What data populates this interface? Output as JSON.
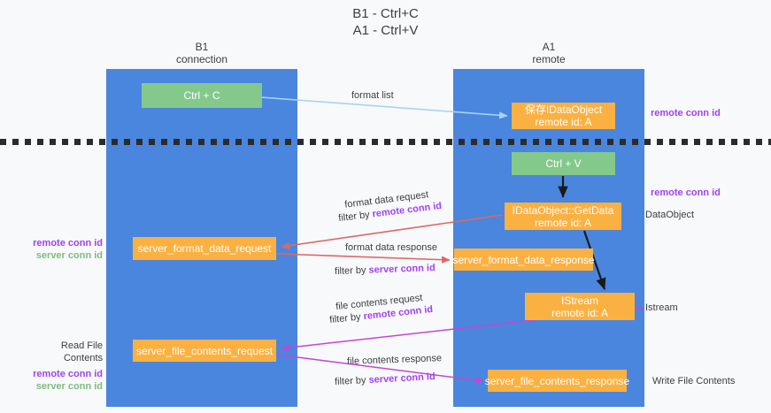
{
  "title": {
    "line1": "B1 - Ctrl+C",
    "line2": "A1 - Ctrl+V"
  },
  "lanes": [
    {
      "id": "b1",
      "name": "B1",
      "role": "connection"
    },
    {
      "id": "a1",
      "name": "A1",
      "role": "remote"
    }
  ],
  "nodes": {
    "ctrl_c": {
      "label": "Ctrl + C",
      "color": "#83c98b"
    },
    "save_dataobject": {
      "line1": "保存IDataObject",
      "line2": "remote id: A",
      "color": "#fbb142"
    },
    "ctrl_v": {
      "label": "Ctrl + V",
      "color": "#83c98b"
    },
    "getdata": {
      "line1": "IDataObject::GetData",
      "line2": "remote id: A",
      "color": "#fbb142"
    },
    "server_format_data_request": {
      "label": "server_format_data_request",
      "color": "#fbb142"
    },
    "server_format_data_response": {
      "label": "server_format_data_response",
      "color": "#fbb142"
    },
    "istream": {
      "line1": "IStream",
      "line2": "remote id: A",
      "color": "#fbb142"
    },
    "server_file_contents_request": {
      "label": "server_file_contents_request",
      "color": "#fbb142"
    },
    "server_file_contents_response": {
      "label": "server_file_contents_response",
      "color": "#fbb142"
    }
  },
  "annotations": {
    "remote_conn_id_top": "remote conn id",
    "remote_conn_id_mid": "remote conn id",
    "dataobject": "DataObject",
    "istream": "Istream",
    "write_file_contents": "Write File Contents",
    "read_file_contents": "Read File Contents",
    "remote_conn_id": "remote conn id",
    "server_conn_id": "server conn id"
  },
  "edges": {
    "format_list": "format list",
    "format_data_request": "format data request",
    "format_data_request_filter_prefix": "filter by ",
    "format_data_request_filter_key": "remote conn id",
    "format_data_response": "format data response",
    "format_data_response_filter_prefix": "filter by ",
    "format_data_response_filter_key": "server conn id",
    "file_contents_request": "file contents request",
    "file_contents_request_filter_prefix": "filter by ",
    "file_contents_request_filter_key": "remote conn id",
    "file_contents_response": "file contents response",
    "file_contents_response_filter_prefix": "filter by ",
    "file_contents_response_filter_key": "server conn id"
  },
  "colors": {
    "lane": "#4a86dd",
    "green_node": "#83c98b",
    "orange_node": "#fbb142",
    "purple_key": "#a142f4",
    "green_key": "#7cbd7f",
    "arrow_blue": "#a8d4f0",
    "arrow_red": "#e06666",
    "arrow_magenta": "#c346d4",
    "arrow_black": "#1a1a1a",
    "background": "#f8f9fa"
  }
}
